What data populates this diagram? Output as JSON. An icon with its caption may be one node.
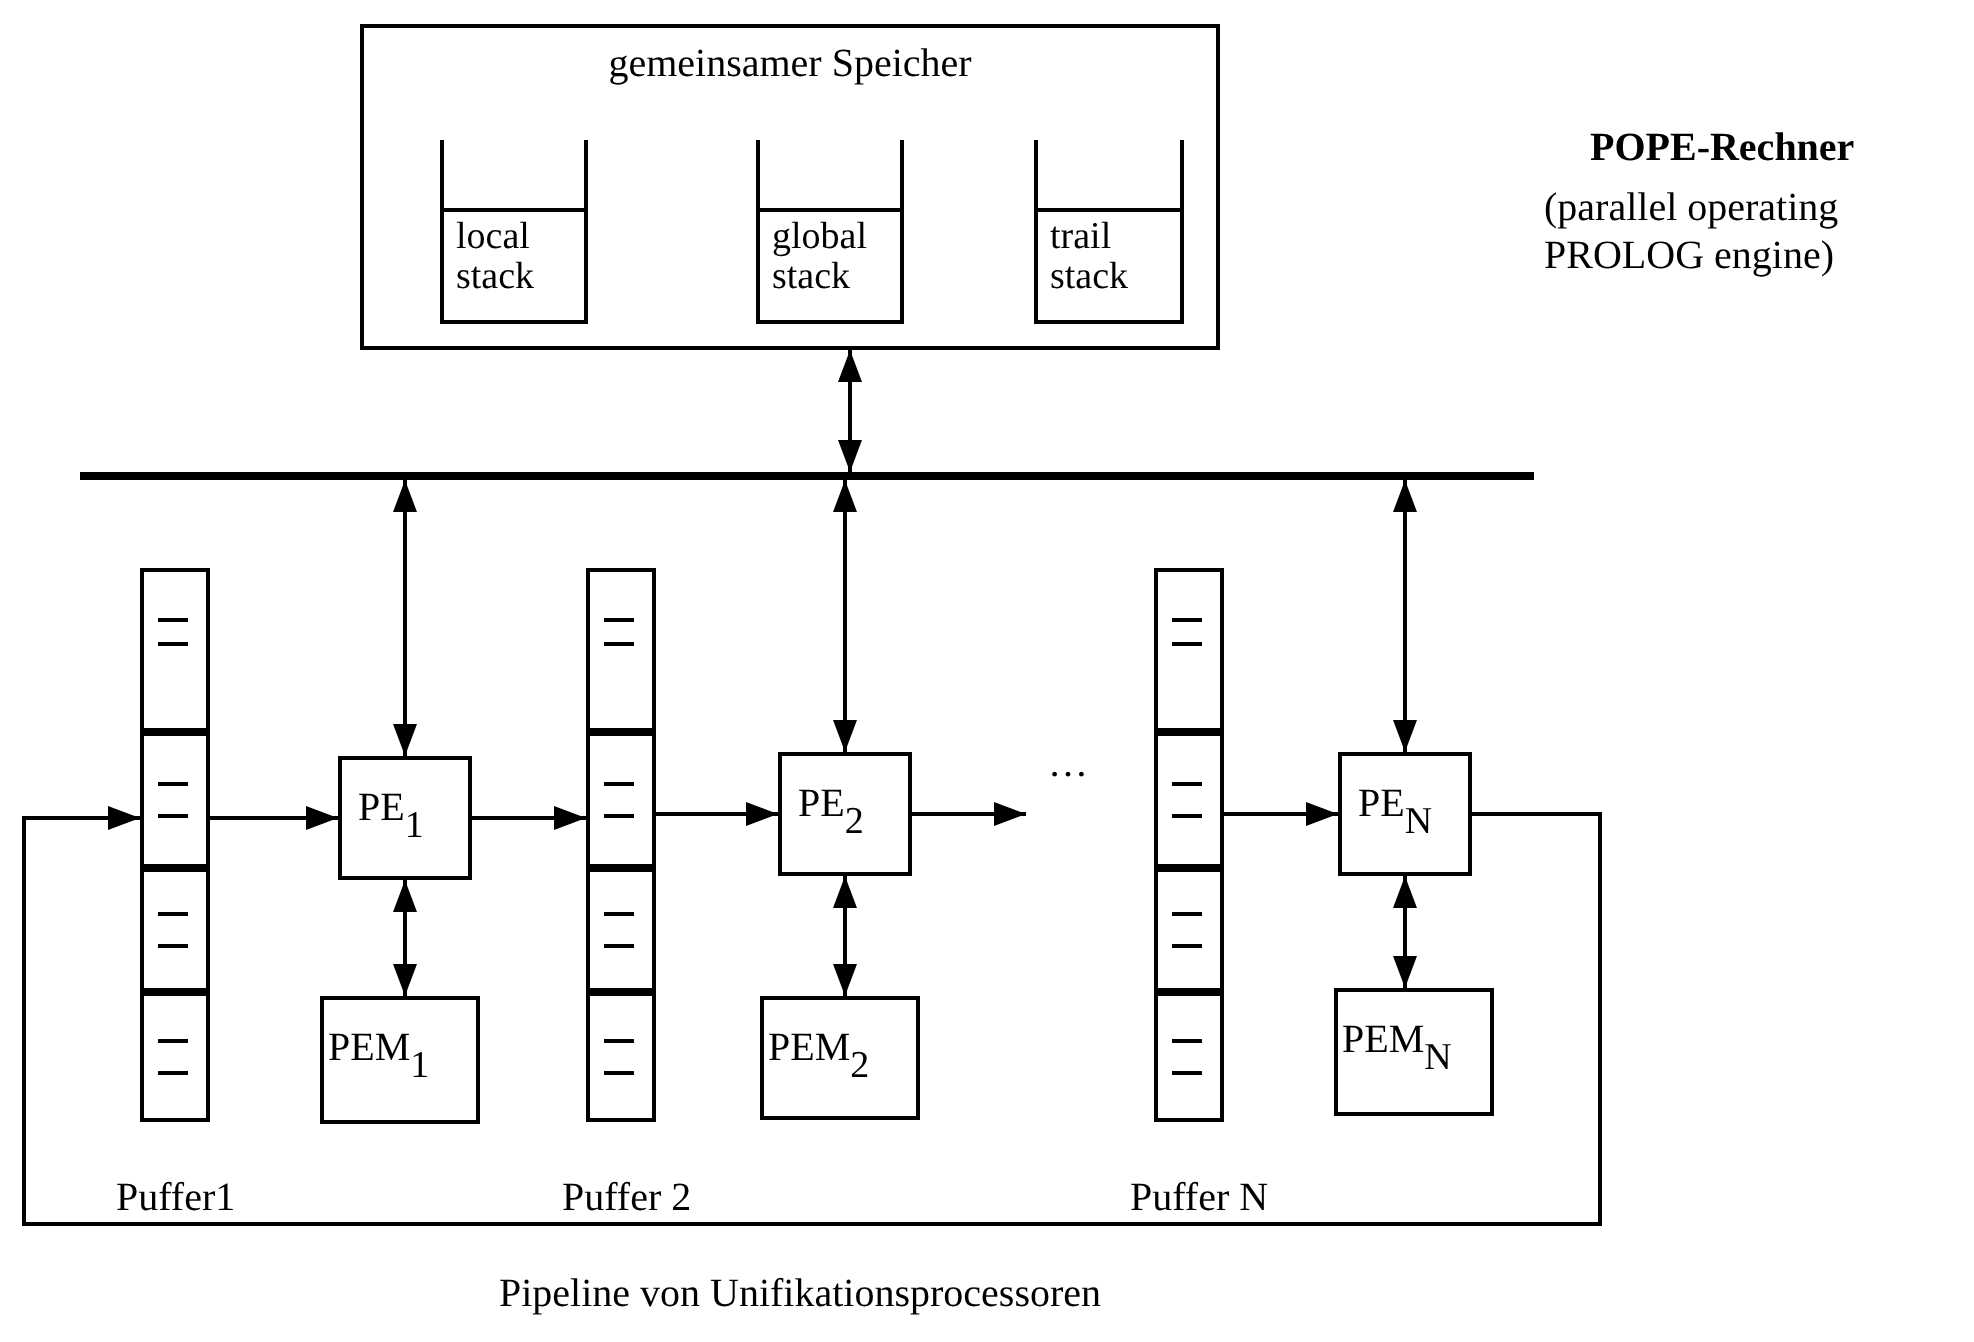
{
  "diagram": {
    "caption": "Pipeline von Unifikationsprocessoren",
    "nodes": [
      {
        "text": [
          "gemeinsamer Speicher"
        ]
      },
      {
        "text": [
          "local stack"
        ],
        "in": 0
      },
      {
        "text": [
          "global stack"
        ],
        "in": 0
      },
      {
        "text": [
          "trail stack"
        ],
        "in": 0
      },
      {
        "text": [],
        "shape": "bar"
      },
      {
        "text": [],
        "shape": "box",
        "beside": [
          "Puffer1"
        ]
      },
      {
        "text": [
          "PE$_{1}$"
        ]
      },
      {
        "text": [
          "PEM$_{1}$"
        ]
      },
      {
        "text": [],
        "shape": "box",
        "beside": [
          "Puffer 2"
        ]
      },
      {
        "text": [
          "PE$_{2}$"
        ]
      },
      {
        "text": [
          "PEM$_{2}$"
        ]
      },
      {
        "text": [],
        "shape": "box",
        "beside": [
          "Puffer N"
        ]
      },
      {
        "text": [
          "PE$_{N}$"
        ]
      },
      {
        "text": [
          "PEM$_{N}$"
        ]
      }
    ],
    "edges": [
      {
        "from": 0,
        "to": 4,
        "arrow": "both"
      },
      {
        "from": 4,
        "to": 6,
        "arrow": "both"
      },
      {
        "from": 4,
        "to": 9,
        "arrow": "both"
      },
      {
        "from": 4,
        "to": 12,
        "arrow": "both"
      },
      {
        "from": 5,
        "to": 6,
        "arrow": "to"
      },
      {
        "from": 6,
        "to": 8,
        "arrow": "to"
      },
      {
        "from": 8,
        "to": 9,
        "arrow": "to"
      },
      {
        "from": 9,
        "to": null,
        "arrow": "to"
      },
      {
        "from": 11,
        "to": 12,
        "arrow": "to"
      },
      {
        "from": 12,
        "to": 5,
        "arrow": "to"
      },
      {
        "from": 6,
        "to": 7,
        "arrow": "both"
      },
      {
        "from": 9,
        "to": 10,
        "arrow": "both"
      },
      {
        "from": 12,
        "to": 13,
        "arrow": "both"
      }
    ],
    "labels": [
      "POPE-Rechner",
      "(parallel operating PROLOG engine)",
      "…"
    ]
  }
}
